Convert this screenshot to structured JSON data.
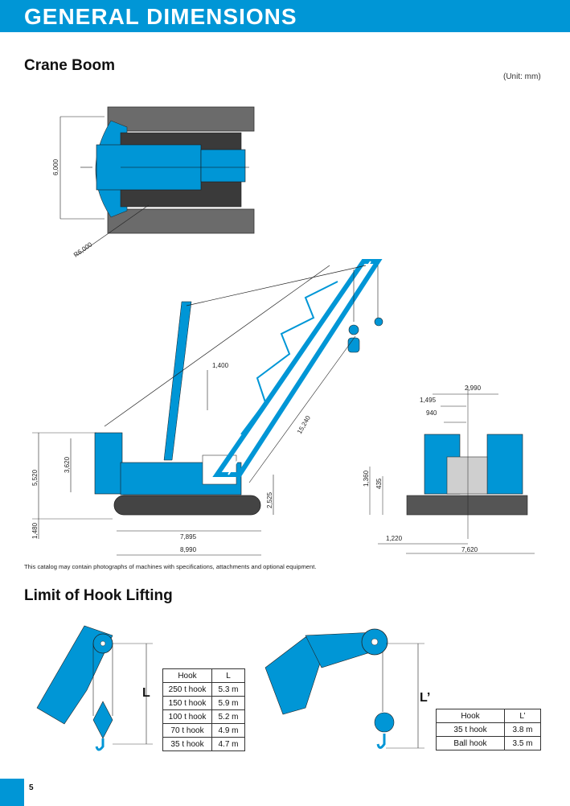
{
  "header": {
    "title": "GENERAL DIMENSIONS"
  },
  "crane_boom": {
    "title": "Crane Boom",
    "unit_note": "(Unit: mm)",
    "top_view": {
      "width": "6,000",
      "radius": "R6,000"
    },
    "side_view": {
      "d1400": "1,400",
      "d15240": "15,240",
      "d5520": "5,520",
      "d3620": "3,620",
      "d1480": "1,480",
      "d2525": "2,525",
      "d7895": "7,895",
      "d8990": "8,990"
    },
    "rear_view": {
      "d2990": "2,990",
      "d1495": "1,495",
      "d940": "940",
      "d1360": "1,360",
      "d435": "435",
      "d1220": "1,220",
      "d7620": "7,620"
    }
  },
  "disclaimer": "This catalog may contain photographs of machines with specifications, attachments and optional equipment.",
  "hook_lifting": {
    "title": "Limit of Hook Lifting",
    "label_L": "L",
    "label_L2": "L’",
    "table1": {
      "headers": [
        "Hook",
        "L"
      ],
      "rows": [
        [
          "250 t hook",
          "5.3 m"
        ],
        [
          "150 t hook",
          "5.9 m"
        ],
        [
          "100 t hook",
          "5.2 m"
        ],
        [
          "70 t hook",
          "4.9 m"
        ],
        [
          "35 t hook",
          "4.7 m"
        ]
      ]
    },
    "table2": {
      "headers": [
        "Hook",
        "L’"
      ],
      "rows": [
        [
          "35 t hook",
          "3.8 m"
        ],
        [
          "Ball hook",
          "3.5 m"
        ]
      ]
    }
  },
  "page_number": "5",
  "colors": {
    "brand": "#0096d6",
    "crane_gray": "#6b6b6b"
  }
}
